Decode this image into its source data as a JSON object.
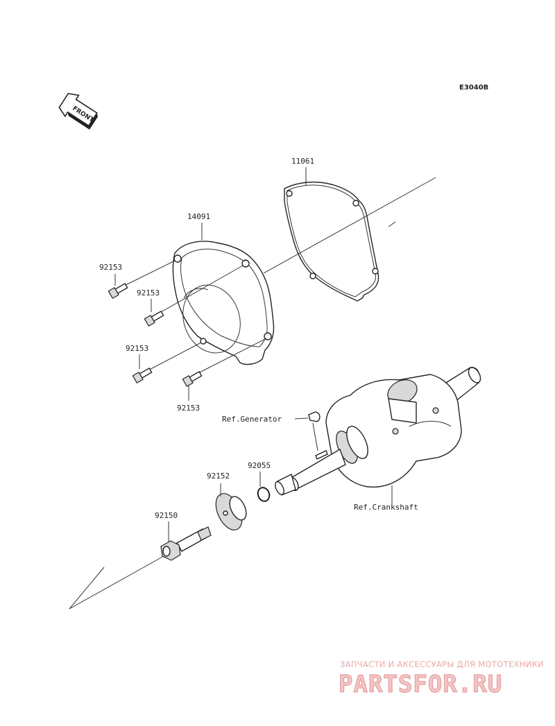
{
  "diagram_code": "E3040B",
  "front_label": "FRONT",
  "labels": {
    "gasket": "11061",
    "cover": "14091",
    "bolt_1": "92153",
    "bolt_2": "92153",
    "bolt_3": "92153",
    "bolt_4": "92153",
    "ref_generator": "Ref.Generator",
    "oring": "92055",
    "washer": "92152",
    "flange_bolt": "92150",
    "ref_crankshaft": "Ref.Crankshaft"
  },
  "watermark": {
    "tagline": "ЗАПЧАСТИ И АКСЕССУАРЫ ДЛЯ МОТОТЕХНИКИ",
    "brand": "PARTSFOR.RU"
  }
}
